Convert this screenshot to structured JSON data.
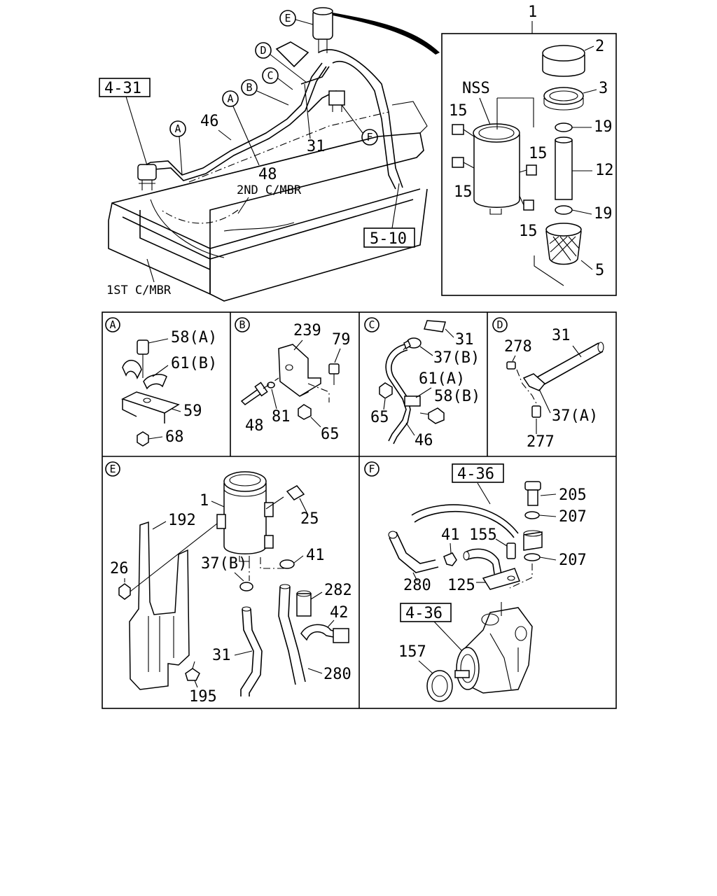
{
  "overview": {
    "ref_box_left": "4-31",
    "ref_box_bottom": "5-10",
    "second_crossmember": "2ND C/MBR",
    "first_crossmember": "1ST C/MBR",
    "callout_letters": [
      "E",
      "D",
      "C",
      "B",
      "A",
      "A",
      "F"
    ],
    "labels": [
      "46",
      "31",
      "48"
    ]
  },
  "detail_1": {
    "title": "1",
    "labels": [
      "2",
      "3",
      "NSS",
      "15",
      "15",
      "15",
      "15",
      "19",
      "12",
      "19",
      "5"
    ]
  },
  "panel_a": {
    "letter": "A",
    "labels": [
      "58(A)",
      "61(B)",
      "59",
      "68"
    ]
  },
  "panel_b": {
    "letter": "B",
    "labels": [
      "239",
      "79",
      "48",
      "81",
      "65"
    ]
  },
  "panel_c": {
    "letter": "C",
    "labels": [
      "31",
      "37(B)",
      "61(A)",
      "58(B)",
      "65",
      "46"
    ]
  },
  "panel_d": {
    "letter": "D",
    "labels": [
      "278",
      "31",
      "37(A)",
      "277"
    ]
  },
  "panel_e": {
    "letter": "E",
    "labels": [
      "1",
      "25",
      "192",
      "26",
      "37(B)",
      "41",
      "282",
      "42",
      "31",
      "280",
      "195"
    ]
  },
  "panel_f": {
    "letter": "F",
    "ref_box_top": "4-36",
    "ref_box_pump": "4-36",
    "labels": [
      "205",
      "207",
      "41",
      "155",
      "207",
      "280",
      "125",
      "157"
    ]
  }
}
